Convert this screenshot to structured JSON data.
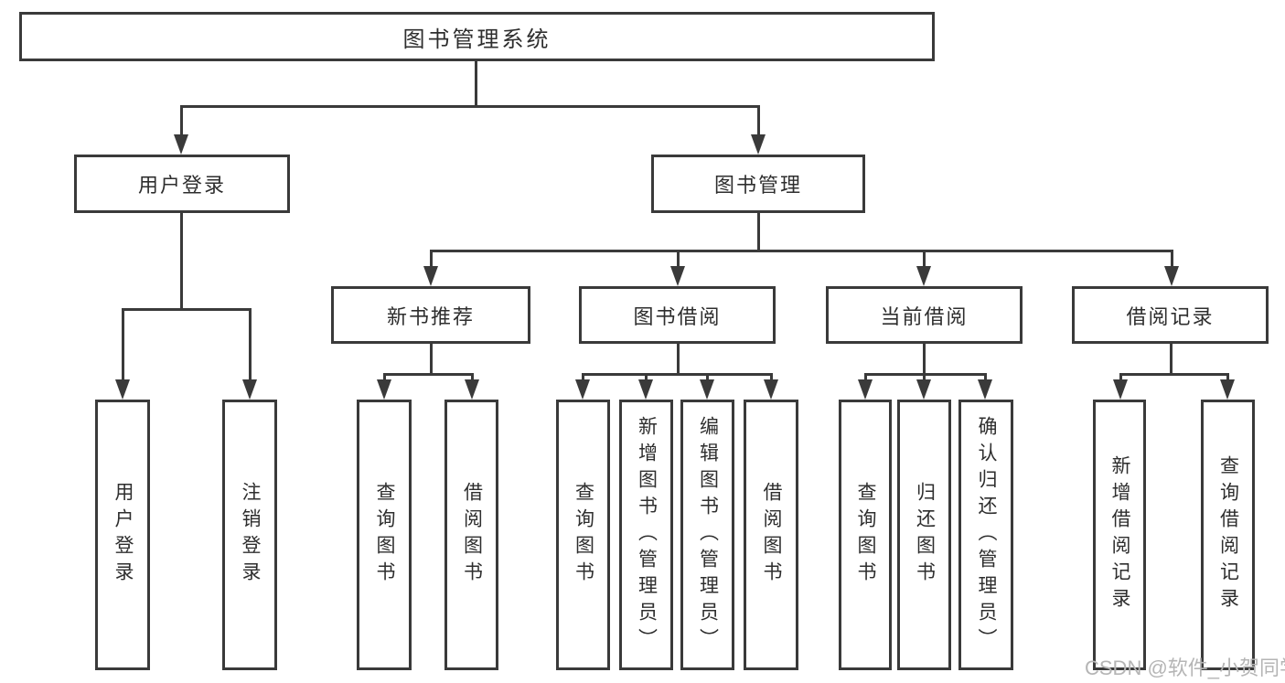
{
  "tree": {
    "label": "图书管理系统",
    "children": [
      {
        "label": "用户登录",
        "children": [
          {
            "label": "用户登录"
          },
          {
            "label": "注销登录"
          }
        ]
      },
      {
        "label": "图书管理",
        "children": [
          {
            "label": "新书推荐",
            "children": [
              {
                "label": "查询图书"
              },
              {
                "label": "借阅图书"
              }
            ]
          },
          {
            "label": "图书借阅",
            "children": [
              {
                "label": "查询图书"
              },
              {
                "label": "新增图书（管理员）"
              },
              {
                "label": "编辑图书（管理员）"
              },
              {
                "label": "借阅图书"
              }
            ]
          },
          {
            "label": "当前借阅",
            "children": [
              {
                "label": "查询图书"
              },
              {
                "label": "归还图书"
              },
              {
                "label": "确认归还（管理员）"
              }
            ]
          },
          {
            "label": "借阅记录",
            "children": [
              {
                "label": "新增借阅记录"
              },
              {
                "label": "查询借阅记录"
              }
            ]
          }
        ]
      }
    ]
  },
  "watermark": "CSDN @软件_小贺同学",
  "colors": {
    "line": "#3a3a3a",
    "text": "#2e2e2e",
    "box_bg": "#ffffff",
    "watermark": "#b5b5b5",
    "background": "#ffffff"
  }
}
